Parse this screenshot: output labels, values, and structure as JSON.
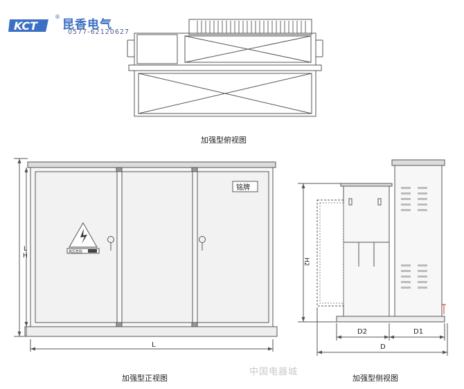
{
  "logo": {
    "mark_text": "KCT",
    "brand": "昆香电气",
    "phone": "0577-62120627",
    "registered": "®",
    "color": "#3d6fc4"
  },
  "views": {
    "top": {
      "caption": "加强型俯视图"
    },
    "front": {
      "caption": "加强型正视图",
      "nameplate": "铭牌",
      "warning_text": "高压危险",
      "dims": {
        "height_L": "L",
        "height_H": "H",
        "width": "L"
      }
    },
    "side": {
      "caption": "加强型侧视图",
      "dims": {
        "height": "H2",
        "depth_d2": "D2",
        "depth_d1": "D1",
        "depth_total": "D"
      }
    }
  },
  "watermark": "中国电器城",
  "colors": {
    "line": "#555555",
    "panel": "#f2f2f2",
    "roof": "#dcdcdc"
  }
}
